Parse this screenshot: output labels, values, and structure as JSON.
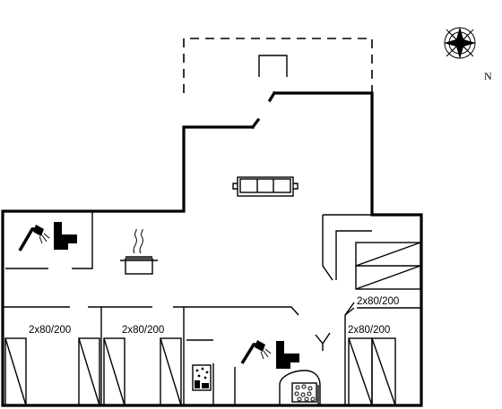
{
  "compass": {
    "north_label": "N"
  },
  "bed_labels": {
    "upper_right": "2x80/200",
    "left": "2x80/200",
    "middle": "2x80/200",
    "right": "2x80/200"
  }
}
